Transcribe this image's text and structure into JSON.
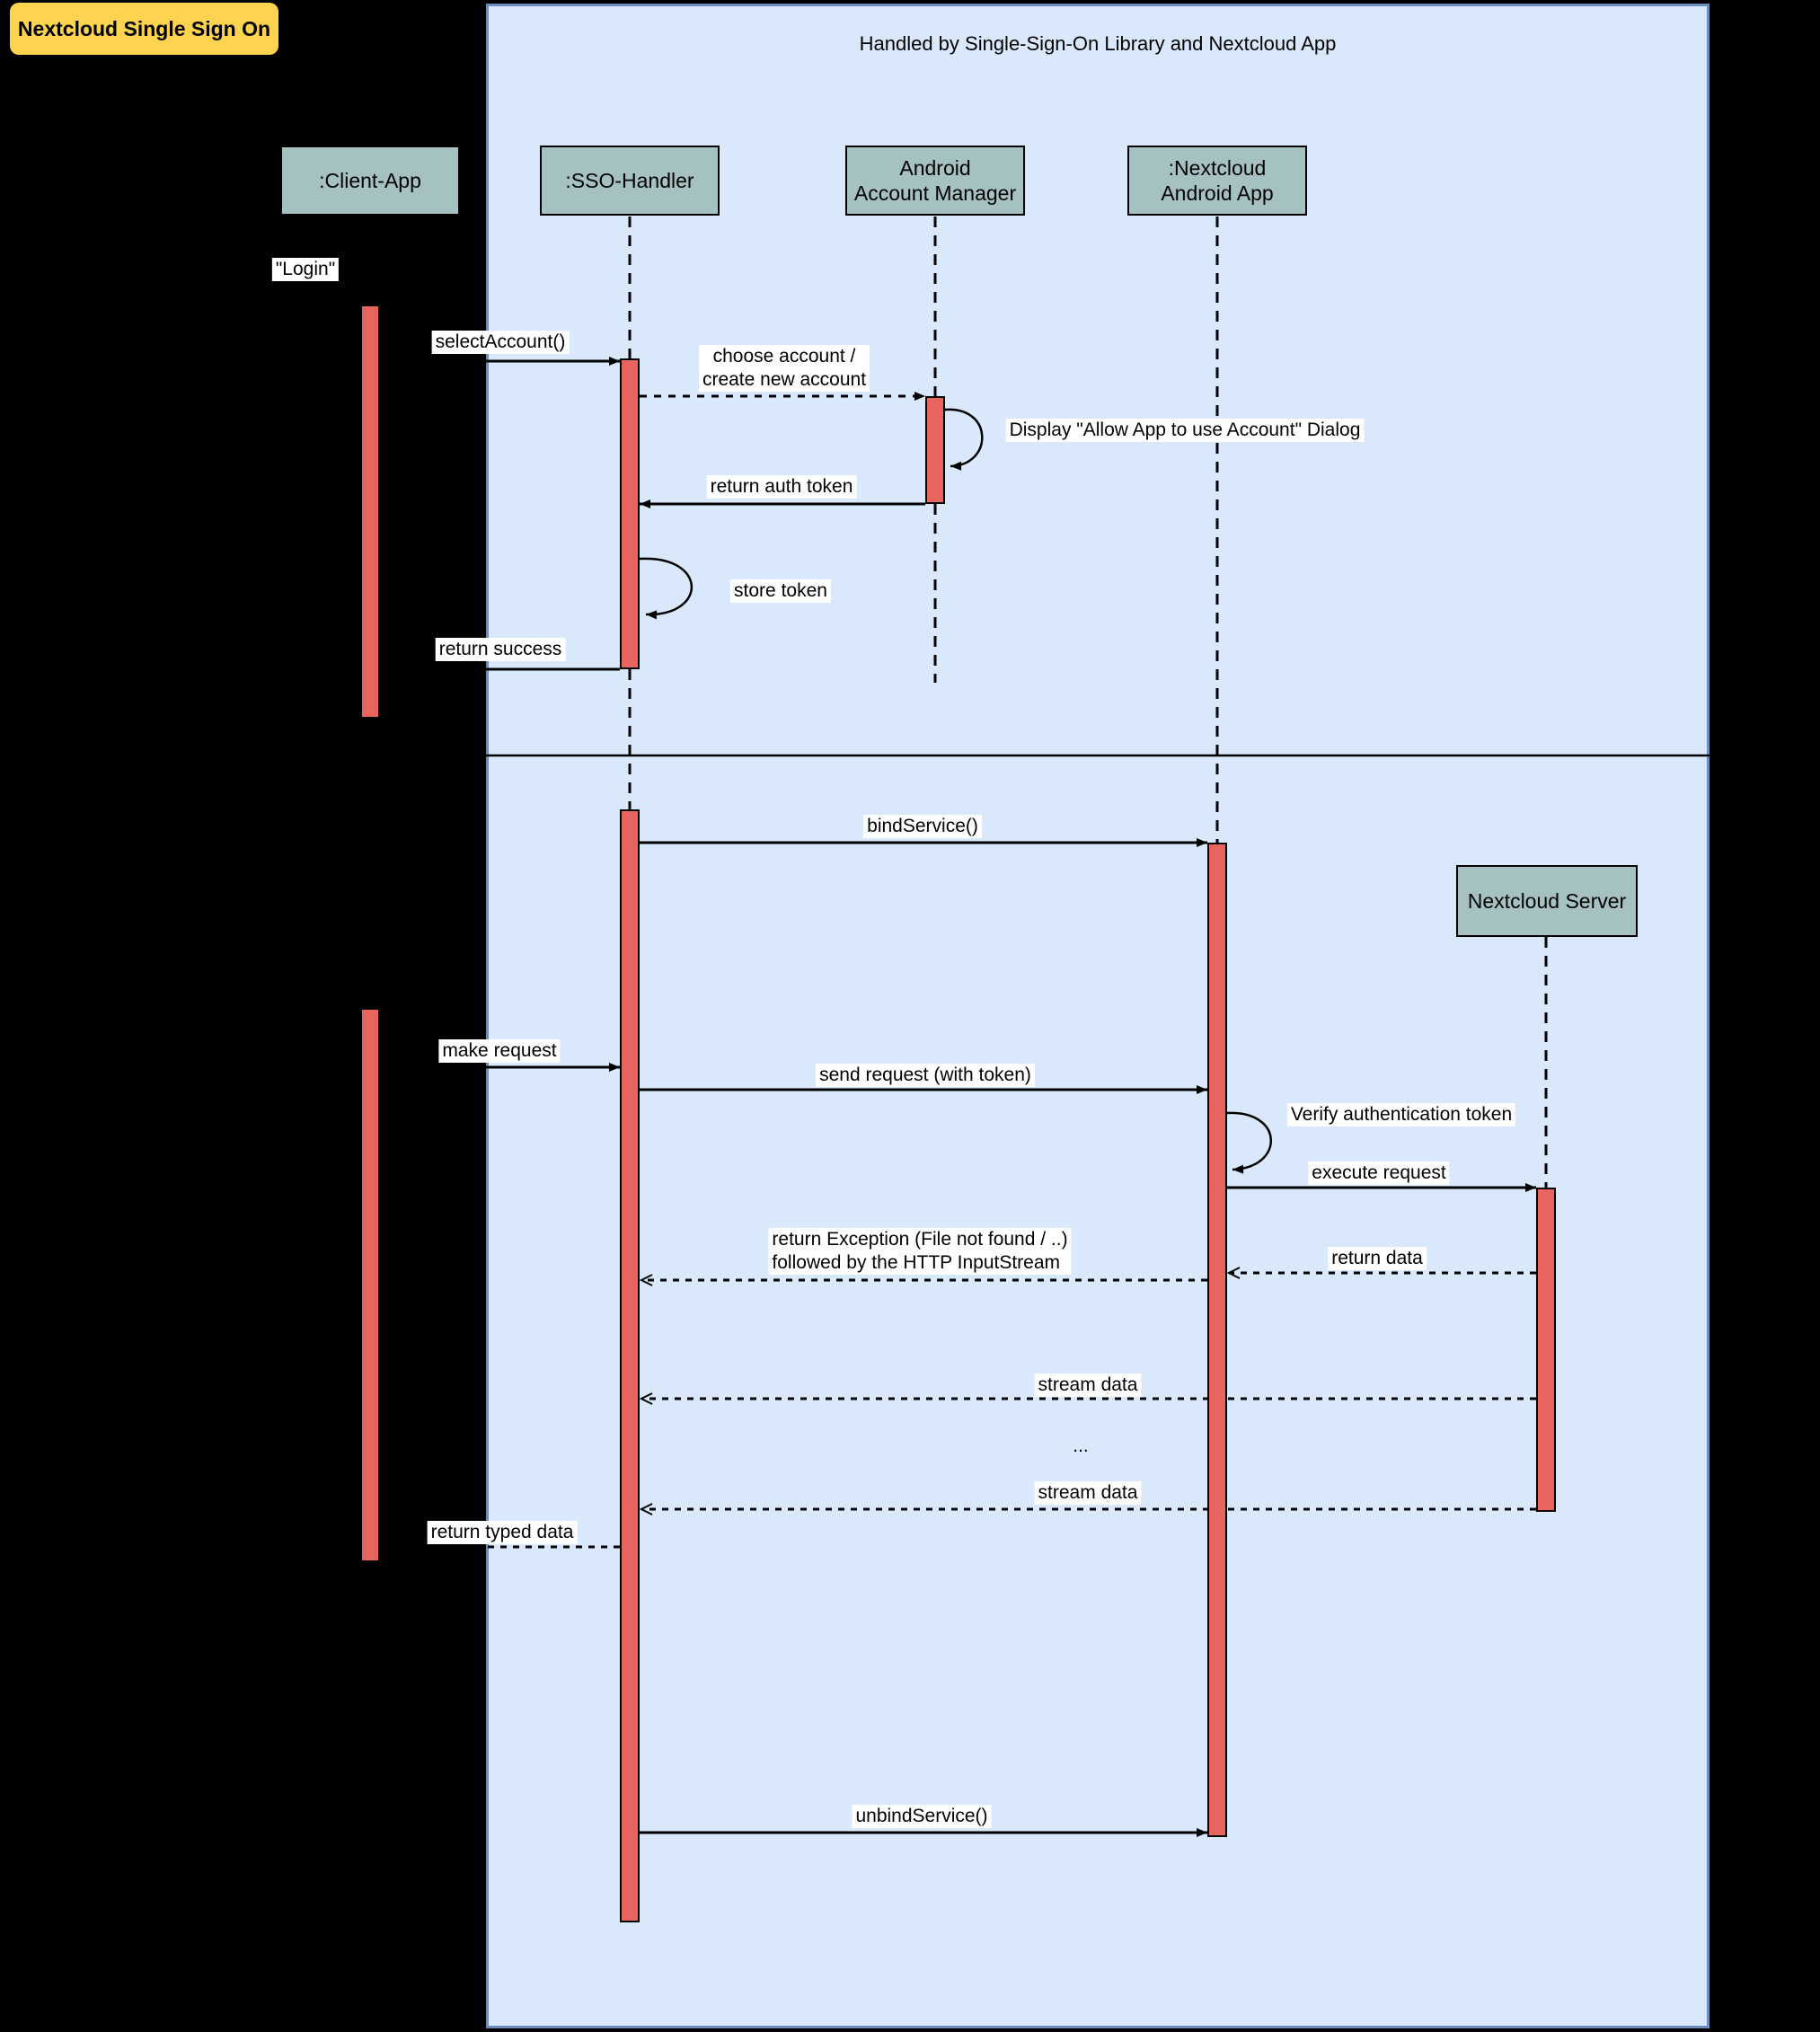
{
  "title": "Nextcloud Single Sign On",
  "frame": {
    "label": "Handled by Single-Sign-On Library and Nextcloud App"
  },
  "participants": {
    "client": ":Client-App",
    "sso": ":SSO-Handler",
    "account_manager_line1": "Android",
    "account_manager_line2": "Account Manager",
    "nextcloud_app_line1": ":Nextcloud",
    "nextcloud_app_line2": "Android App",
    "server": "Nextcloud Server"
  },
  "messages": {
    "login": "\"Login\"",
    "select_account": "selectAccount()",
    "choose_account_line1": "choose account /",
    "choose_account_line2": "create new account",
    "display_dialog": "Display \"Allow App to use Account\" Dialog",
    "return_auth_token": "return auth token",
    "store_token": "store token",
    "return_success": "return success",
    "bind_service": "bindService()",
    "make_request": "make request",
    "send_request": "send request (with token)",
    "verify_token": "Verify authentication token",
    "execute_request": "execute request",
    "return_data": "return data",
    "return_exception_line1": "return Exception (File not found / ..)",
    "return_exception_line2": "followed by the HTTP InputStream",
    "stream_data_1": "stream data",
    "ellipsis": "...",
    "stream_data_2": "stream data",
    "return_typed_data": "return typed data",
    "unbind_service": "unbindService()"
  },
  "colors": {
    "background": "#000000",
    "frame_fill": "#dae8fc",
    "frame_border": "#6c8ebf",
    "participant_fill": "#a6c1c1",
    "participant_border": "#000000",
    "activation_fill": "#e8655f",
    "activation_border": "#000000",
    "title_fill": "#fdd34f",
    "label_background": "#ffffff",
    "line": "#000000"
  }
}
